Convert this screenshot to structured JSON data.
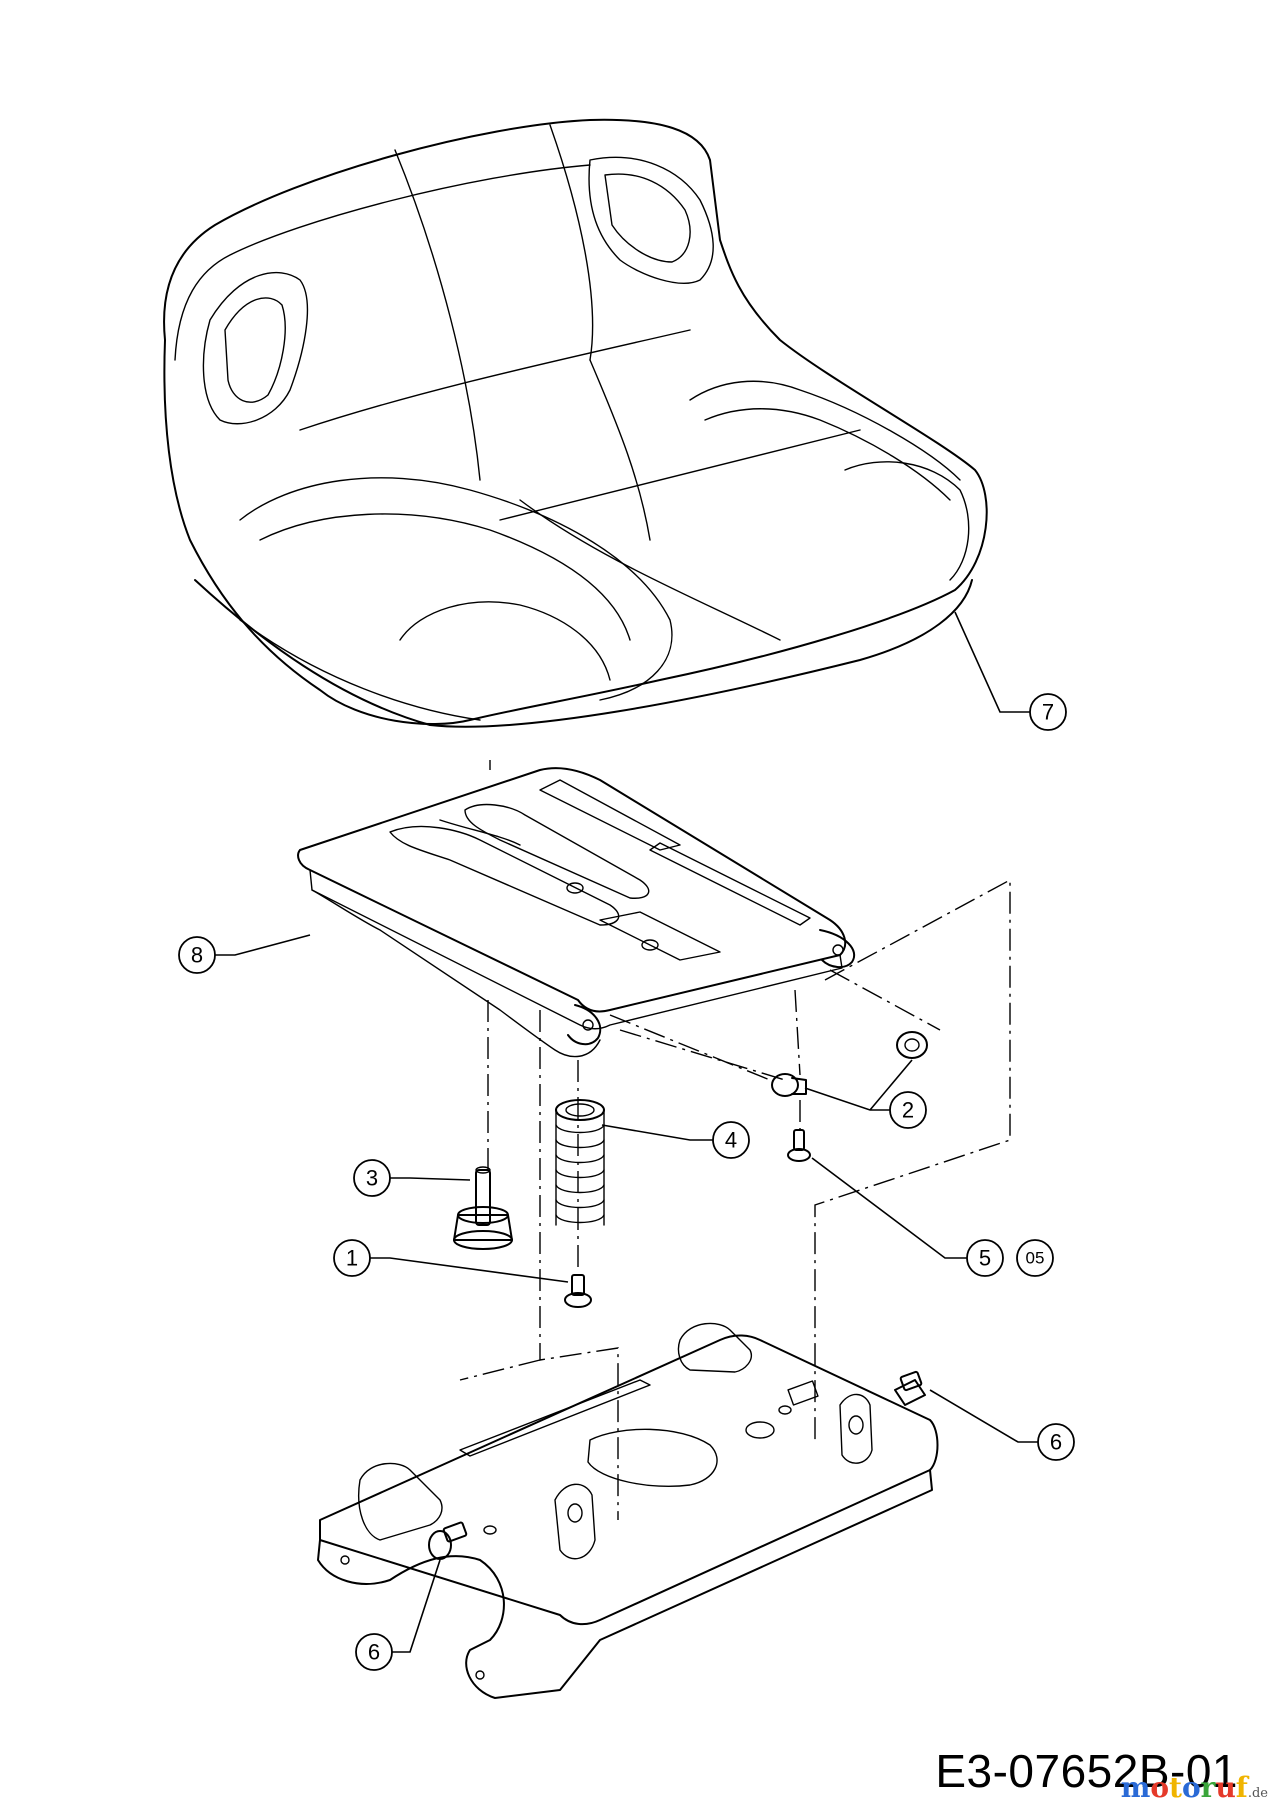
{
  "drawing_code": "E3-07652B-01",
  "watermark": {
    "text": "motoruf",
    "suffix": ".de",
    "colors": [
      "#2a6ad6",
      "#e53a2a",
      "#f0b400",
      "#2a6ad6",
      "#3aa53a",
      "#e53a2a",
      "#f0b400"
    ]
  },
  "callouts": [
    {
      "id": "c7",
      "label": "7"
    },
    {
      "id": "c8",
      "label": "8"
    },
    {
      "id": "c2",
      "label": "2"
    },
    {
      "id": "c4",
      "label": "4"
    },
    {
      "id": "c3",
      "label": "3"
    },
    {
      "id": "c5",
      "label": "5"
    },
    {
      "id": "c05",
      "label": "05"
    },
    {
      "id": "c1",
      "label": "1"
    },
    {
      "id": "c6a",
      "label": "6"
    },
    {
      "id": "c6b",
      "label": "6"
    }
  ]
}
